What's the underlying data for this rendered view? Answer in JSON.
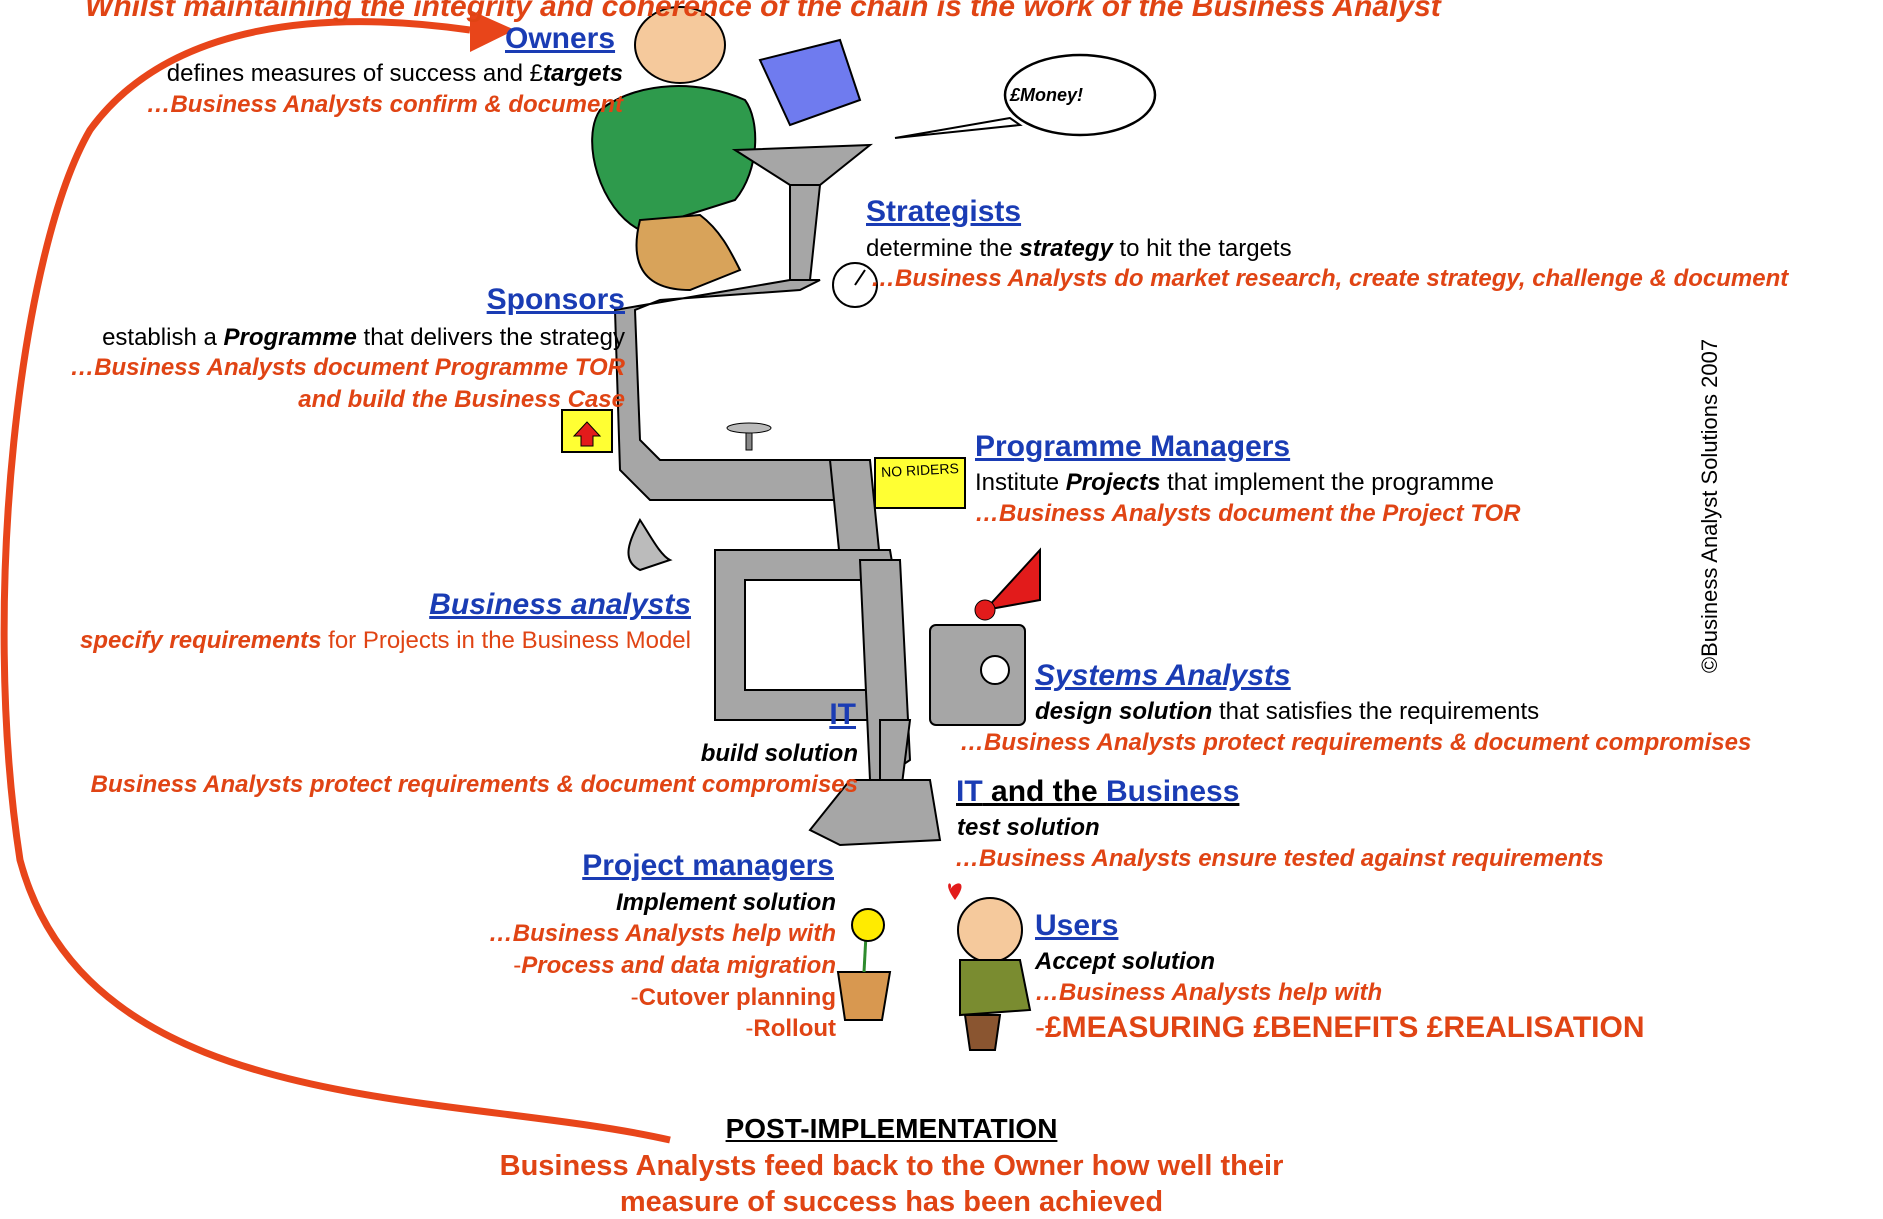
{
  "header_text": "Whilst maintaining the integrity and coherence of the chain is the work of the Business Analyst",
  "speech_bubble": "£Money!",
  "signs": {
    "no_riders": "NO RIDERS"
  },
  "copyright": "©Business Analyst Solutions 2007",
  "roles": {
    "owners": {
      "title": "Owners",
      "line1_pre": "defines measures of success and £",
      "line1_em": "targets",
      "ba_note": "…Business Analysts confirm & document"
    },
    "strategists": {
      "title": "Strategists",
      "line1_pre": "determine the ",
      "line1_em": "strategy",
      "line1_post": " to hit the targets",
      "ba_note": "…Business Analysts do market research, create strategy, challenge & document"
    },
    "sponsors": {
      "title": "Sponsors",
      "line1_pre": "establish a ",
      "line1_em": "Programme",
      "line1_post": " that delivers the strategy",
      "ba_note_1": "…Business Analysts document Programme TOR",
      "ba_note_2": "and build the Business Case"
    },
    "programme_managers": {
      "title": "Programme Managers",
      "line1_pre": "Institute ",
      "line1_em": "Projects",
      "line1_post": " that implement the programme",
      "ba_note": "…Business Analysts document the Project TOR"
    },
    "business_analysts": {
      "title": "Business analysts",
      "line1_em": "specify requirements",
      "line1_post": " for Projects in the Business Model"
    },
    "systems_analysts": {
      "title": "Systems Analysts",
      "line1_em": "design solution",
      "line1_post": " that satisfies the requirements",
      "ba_note": "…Business Analysts protect requirements & document compromises"
    },
    "it": {
      "title": "IT",
      "line1": "build solution",
      "ba_note": "Business Analysts protect requirements & document compromises"
    },
    "it_business": {
      "title_a": "IT",
      "title_mid": " and the ",
      "title_b": "Business",
      "line1": "test solution",
      "ba_note": "…Business Analysts ensure tested against requirements"
    },
    "project_managers": {
      "title": "Project managers",
      "line1": "Implement solution",
      "ba_note": "…Business Analysts help with",
      "item1": "Process and data migration",
      "item2": "Cutover planning",
      "item3": "Rollout"
    },
    "users": {
      "title": "Users",
      "line1": "Accept solution",
      "ba_note": "…Business Analysts help with",
      "item1": "£MEASURING £BENEFITS £REALISATION"
    }
  },
  "post_implementation": {
    "title": "POST-IMPLEMENTATION",
    "line1": "Business Analysts feed back to the Owner how well their",
    "line2": "measure of success has been achieved"
  },
  "colors": {
    "title_blue": "#1a3cb4",
    "note_orange": "#e04414",
    "pipe_gray": "#a6a6a6",
    "jacket_green": "#2e9a4c",
    "bucket_blue": "#6f7bef",
    "sign_yellow": "#ffff33"
  }
}
